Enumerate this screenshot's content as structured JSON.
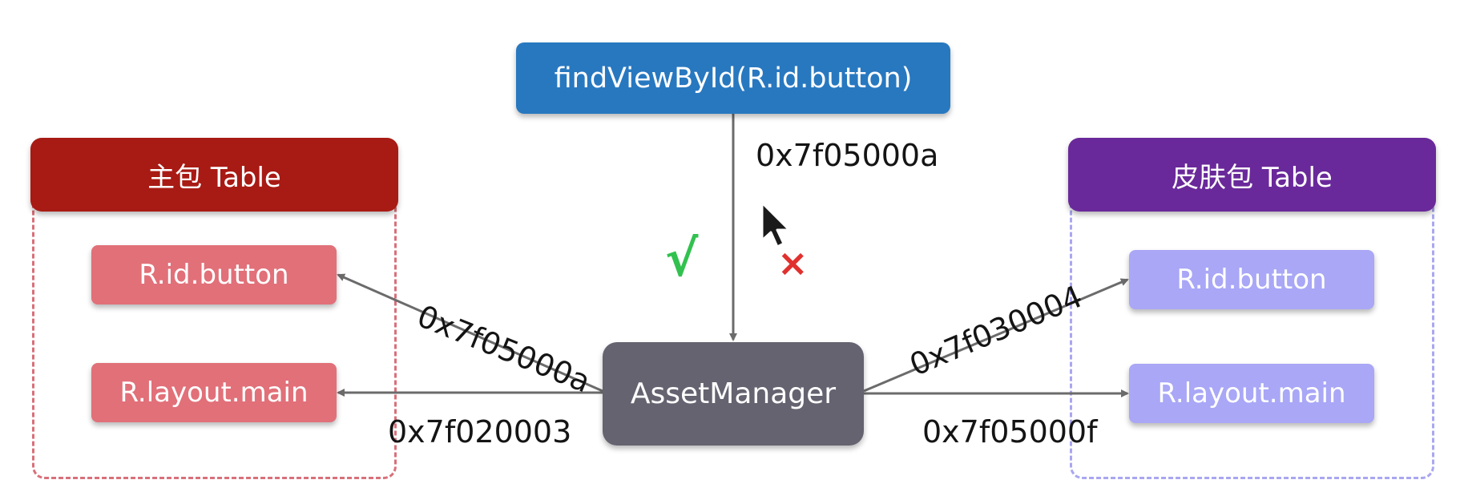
{
  "top": {
    "call": "findViewById(R.id.button)"
  },
  "main_table": {
    "header": "主包 Table",
    "entries": [
      "R.id.button",
      "R.layout.main"
    ]
  },
  "skin_table": {
    "header": "皮肤包 Table",
    "entries": [
      "R.id.button",
      "R.layout.main"
    ]
  },
  "center": {
    "label": "AssetManager"
  },
  "edges": {
    "top_to_asset": "0x7f05000a",
    "asset_to_main_button": "0x7f05000a",
    "asset_to_main_layout": "0x7f020003",
    "asset_to_skin_button": "0x7f030004",
    "asset_to_skin_layout": "0x7f05000f"
  },
  "marks": {
    "check": "√",
    "cross": "×"
  },
  "colors": {
    "top_box": "#2878c0",
    "main_header": "#a81a14",
    "main_entry": "#e17079",
    "skin_header": "#6a299a",
    "skin_entry": "#a9a7f6",
    "asset_manager": "#656370",
    "check": "#32c14f",
    "cross": "#e0312e"
  }
}
